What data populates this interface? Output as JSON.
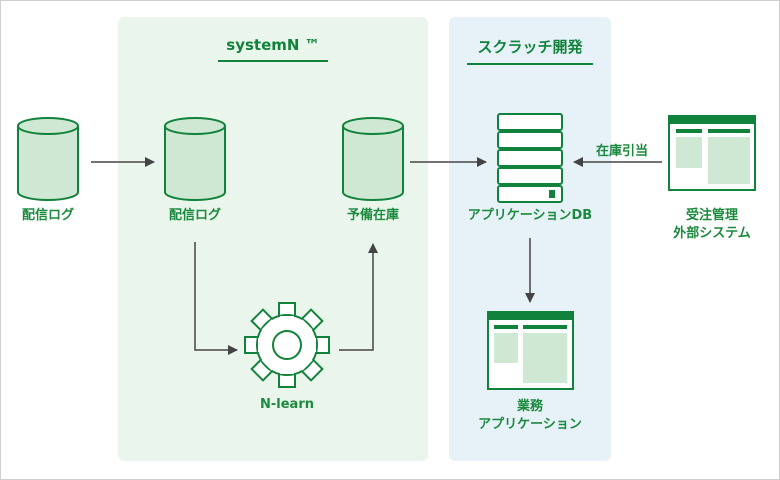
{
  "panels": {
    "systemn_title": "systemN ™",
    "scratch_title": "スクラッチ開発"
  },
  "labels": {
    "log_left": "配信ログ",
    "log_inner": "配信ログ",
    "stock": "予備在庫",
    "nlearn": "N-learn",
    "app_db": "アプリケーションDB",
    "business_app_line1": "業務",
    "business_app_line2": "アプリケーション",
    "order_line1": "受注管理",
    "order_line2": "外部システム",
    "arrow_stock_allocation": "在庫引当"
  },
  "colors": {
    "accent": "#11823b",
    "label": "#1c8a3e",
    "icon_fill": "#cfe8d3",
    "arrow": "#444444",
    "panel_green": "#eaf6ec",
    "panel_blue": "#e7f2f8"
  }
}
